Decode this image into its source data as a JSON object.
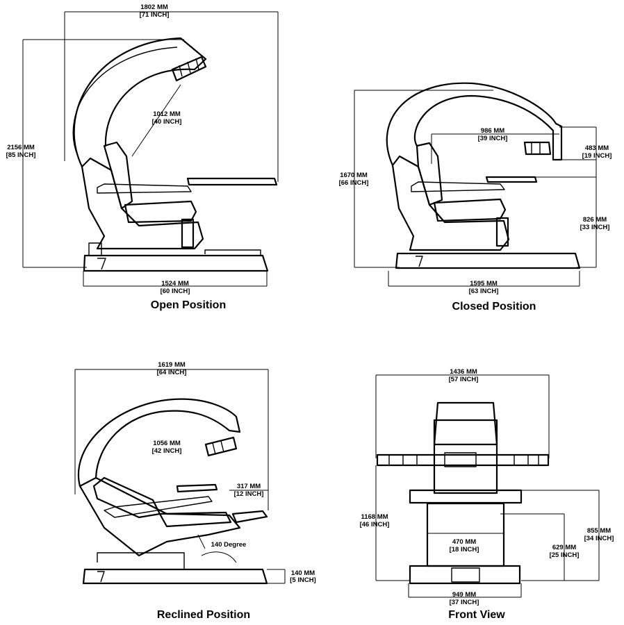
{
  "open": {
    "width": {
      "mm": "1802 MM",
      "inch": "[71 INCH]"
    },
    "height": {
      "mm": "2156 MM",
      "inch": "[85 INCH]"
    },
    "reach": {
      "mm": "1012 MM",
      "inch": "[40 INCH]"
    },
    "base": {
      "mm": "1524 MM",
      "inch": "[60 INCH]"
    },
    "caption": "Open Position"
  },
  "closed": {
    "reach": {
      "mm": "986 MM",
      "inch": "[39 INCH]"
    },
    "monitor": {
      "mm": "483 MM",
      "inch": "[19 INCH]"
    },
    "height": {
      "mm": "1670 MM",
      "inch": "[66 INCH]"
    },
    "desk": {
      "mm": "826 MM",
      "inch": "[33 INCH]"
    },
    "base": {
      "mm": "1595 MM",
      "inch": "[63 INCH]"
    },
    "caption": "Closed Position"
  },
  "reclined": {
    "width": {
      "mm": "1619 MM",
      "inch": "[64 INCH]"
    },
    "reach": {
      "mm": "1056 MM",
      "inch": "[42 INCH]"
    },
    "tray": {
      "mm": "317 MM",
      "inch": "[12 INCH]"
    },
    "angle": "140 Degree",
    "lift": {
      "mm": "140 MM",
      "inch": "[5 INCH]"
    },
    "caption": "Reclined Position"
  },
  "front": {
    "width": {
      "mm": "1436 MM",
      "inch": "[57 INCH]"
    },
    "desk": {
      "mm": "1168 MM",
      "inch": "[46 INCH]"
    },
    "total": {
      "mm": "855 MM",
      "inch": "[34 INCH]"
    },
    "seat_height": {
      "mm": "629 MM",
      "inch": "[25 INCH]"
    },
    "seat": {
      "mm": "470 MM",
      "inch": "[18 INCH]"
    },
    "base": {
      "mm": "949 MM",
      "inch": "[37 INCH]"
    },
    "caption": "Front View"
  }
}
